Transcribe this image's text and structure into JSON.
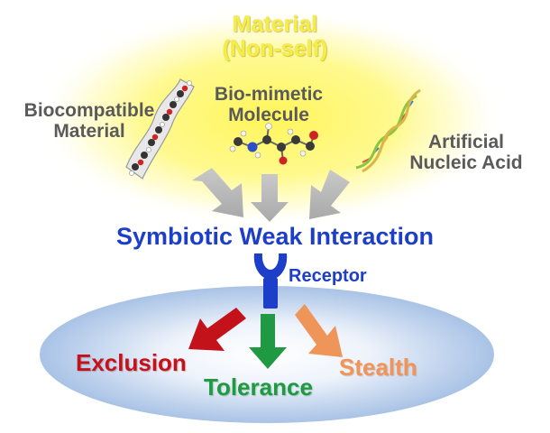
{
  "diagram": {
    "title": "Material\n(Non-self)",
    "sources": {
      "biocompatible": "Biocompatible\nMaterial",
      "biomimetic": "Bio-mimetic\nMolecule",
      "nucleic_acid": "Artificial\nNucleic Acid"
    },
    "interaction": "Symbiotic Weak Interaction",
    "receptor": "Receptor",
    "outcomes": {
      "exclusion": "Exclusion",
      "tolerance": "Tolerance",
      "stealth": "Stealth"
    },
    "colors": {
      "title": "#f5ee4a",
      "glow": "#fff23a",
      "source_text": "#5a5a5a",
      "interaction": "#1c3ec9",
      "receptor": "#1c3ec9",
      "exclusion": "#c4121a",
      "tolerance": "#1f9a42",
      "stealth": "#f0955a",
      "input_arrows": "#b5b5b5",
      "body_ellipse": "#a9c3e6"
    },
    "icons": [
      "polymer-chain-icon",
      "molecule-model-icon",
      "dna-helix-icon",
      "receptor-icon"
    ]
  }
}
